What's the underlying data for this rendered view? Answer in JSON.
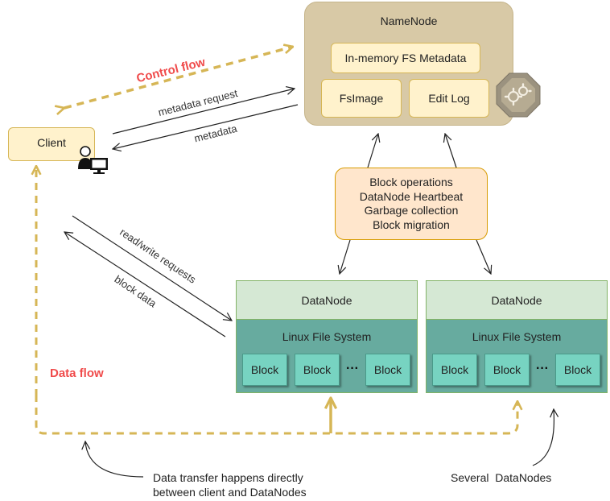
{
  "namenode": {
    "title": "NameNode",
    "metadata_box": "In-memory FS Metadata",
    "fsimage": "FsImage",
    "editlog": "Edit Log"
  },
  "client": {
    "label": "Client"
  },
  "ops": {
    "line1": "Block operations",
    "line2": "DataNode Heartbeat",
    "line3": "Garbage collection",
    "line4": "Block migration"
  },
  "datanodes": [
    {
      "title": "DataNode",
      "fs": "Linux File System",
      "blocks": [
        "Block",
        "Block",
        "Block"
      ],
      "dots": "···"
    },
    {
      "title": "DataNode",
      "fs": "Linux File System",
      "blocks": [
        "Block",
        "Block",
        "Block"
      ],
      "dots": "···"
    }
  ],
  "labels": {
    "control_flow": "Control flow",
    "data_flow": "Data flow",
    "metadata_request": "metadata request",
    "metadata": "metadata",
    "rw_requests": "read/write requests",
    "block_data": "block data",
    "note_transfer_1": "Data transfer happens directly",
    "note_transfer_2": "between client and DataNodes",
    "note_several": "Several  DataNodes"
  },
  "colors": {
    "namenode_bg": "#d8c9a6",
    "inner_box_bg": "#fff2cc",
    "ops_bg": "#ffe6cc",
    "dn_header_bg": "#d5e8d4",
    "dn_fs_bg": "#67ab9f",
    "block_bg": "#77d3c1",
    "dashed_gold": "#d6b656",
    "flow_label_red": "#f04b4b"
  }
}
